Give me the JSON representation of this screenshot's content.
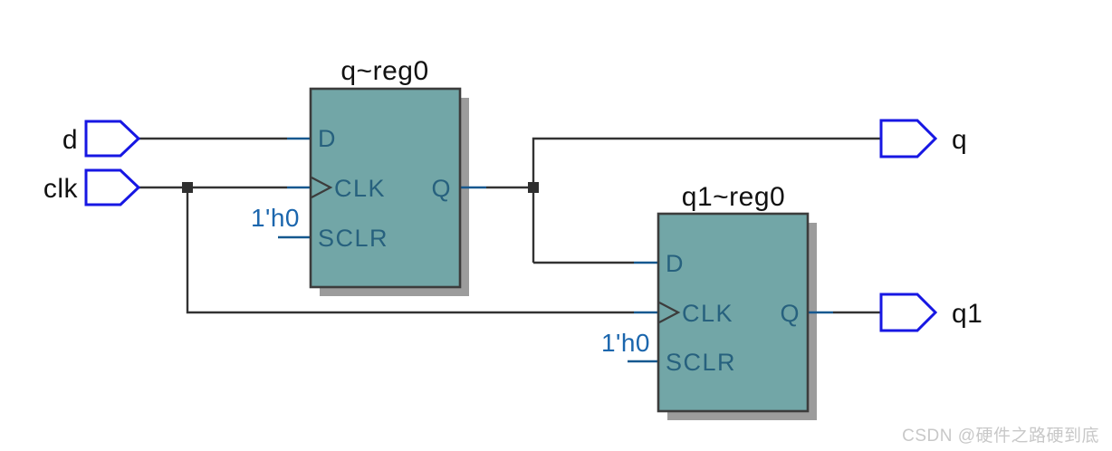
{
  "schematic": {
    "blocks": [
      {
        "title": "q~reg0",
        "ports": {
          "d": "D",
          "clk": "CLK",
          "sclr": "SCLR",
          "q": "Q"
        },
        "sclr_constant": "1'h0"
      },
      {
        "title": "q1~reg0",
        "ports": {
          "d": "D",
          "clk": "CLK",
          "sclr": "SCLR",
          "q": "Q"
        },
        "sclr_constant": "1'h0"
      }
    ],
    "input_pins": [
      {
        "label": "d"
      },
      {
        "label": "clk"
      }
    ],
    "output_pins": [
      {
        "label": "q"
      },
      {
        "label": "q1"
      }
    ]
  },
  "watermark": "CSDN @硬件之路硬到底",
  "colors": {
    "background": "#ffffff",
    "block_fill": "#72a6a7",
    "block_border": "#3c3c3c",
    "block_shadow": "#9c9c9c",
    "wire": "#323232",
    "junction": "#2f2f2f",
    "port_stub": "#15588f",
    "port_label": "#27617e",
    "constant_label": "#1b66ad",
    "pin_outline": "#1717e3",
    "pin_fill": "#ffffff",
    "text": "#111111",
    "watermark_text": "#c8c8c8"
  }
}
